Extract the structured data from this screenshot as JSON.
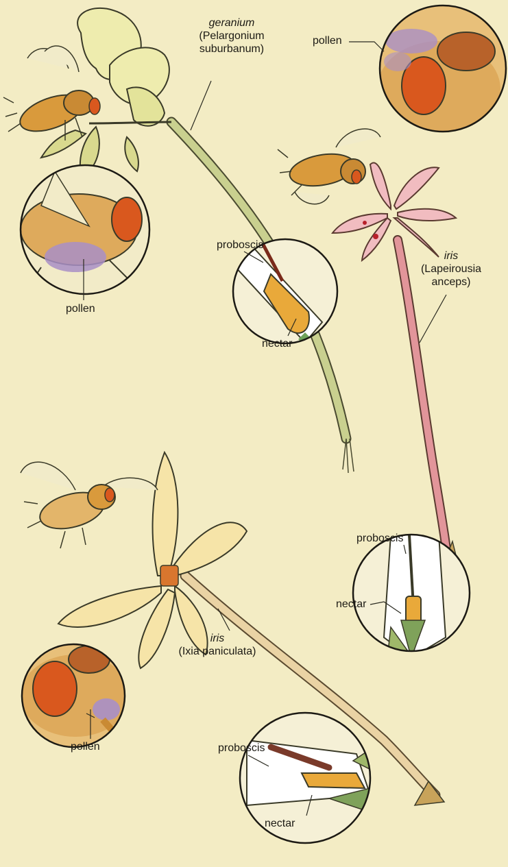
{
  "colors": {
    "background": "#f3ecc4",
    "ink": "#1c1a14",
    "fly_body": "#d99a3c",
    "eye": "#d9581e",
    "pollen": "#a98fc6",
    "geranium_petal": "#eeecae",
    "geranium_stem": "#c9d08f",
    "lapeirousia_petal": "#f1bcc0",
    "lapeirousia_stem": "#e2959a",
    "ixia_petal": "#f6e4a8",
    "ixia_stem": "#ead3a4",
    "nectar": "#e9a93a",
    "sepal_green": "#7fa25a"
  },
  "labels": {
    "geranium": {
      "common": "geranium",
      "scientific_line1": "(Pelargonium",
      "scientific_line2": "suburbanum)"
    },
    "lapeirousia": {
      "common": "iris",
      "scientific_line1": "(Lapeirousia",
      "scientific_line2": "anceps)"
    },
    "ixia": {
      "common": "iris",
      "scientific": "(Ixia paniculata)"
    },
    "pollen_top_right": "pollen",
    "pollen_top_left": "pollen",
    "pollen_bottom_left": "pollen",
    "inset_geranium": {
      "proboscis": "proboscis",
      "nectar": "nectar"
    },
    "inset_lapeirousia": {
      "proboscis": "proboscis",
      "nectar": "nectar"
    },
    "inset_ixia": {
      "proboscis": "proboscis",
      "nectar": "nectar"
    }
  }
}
